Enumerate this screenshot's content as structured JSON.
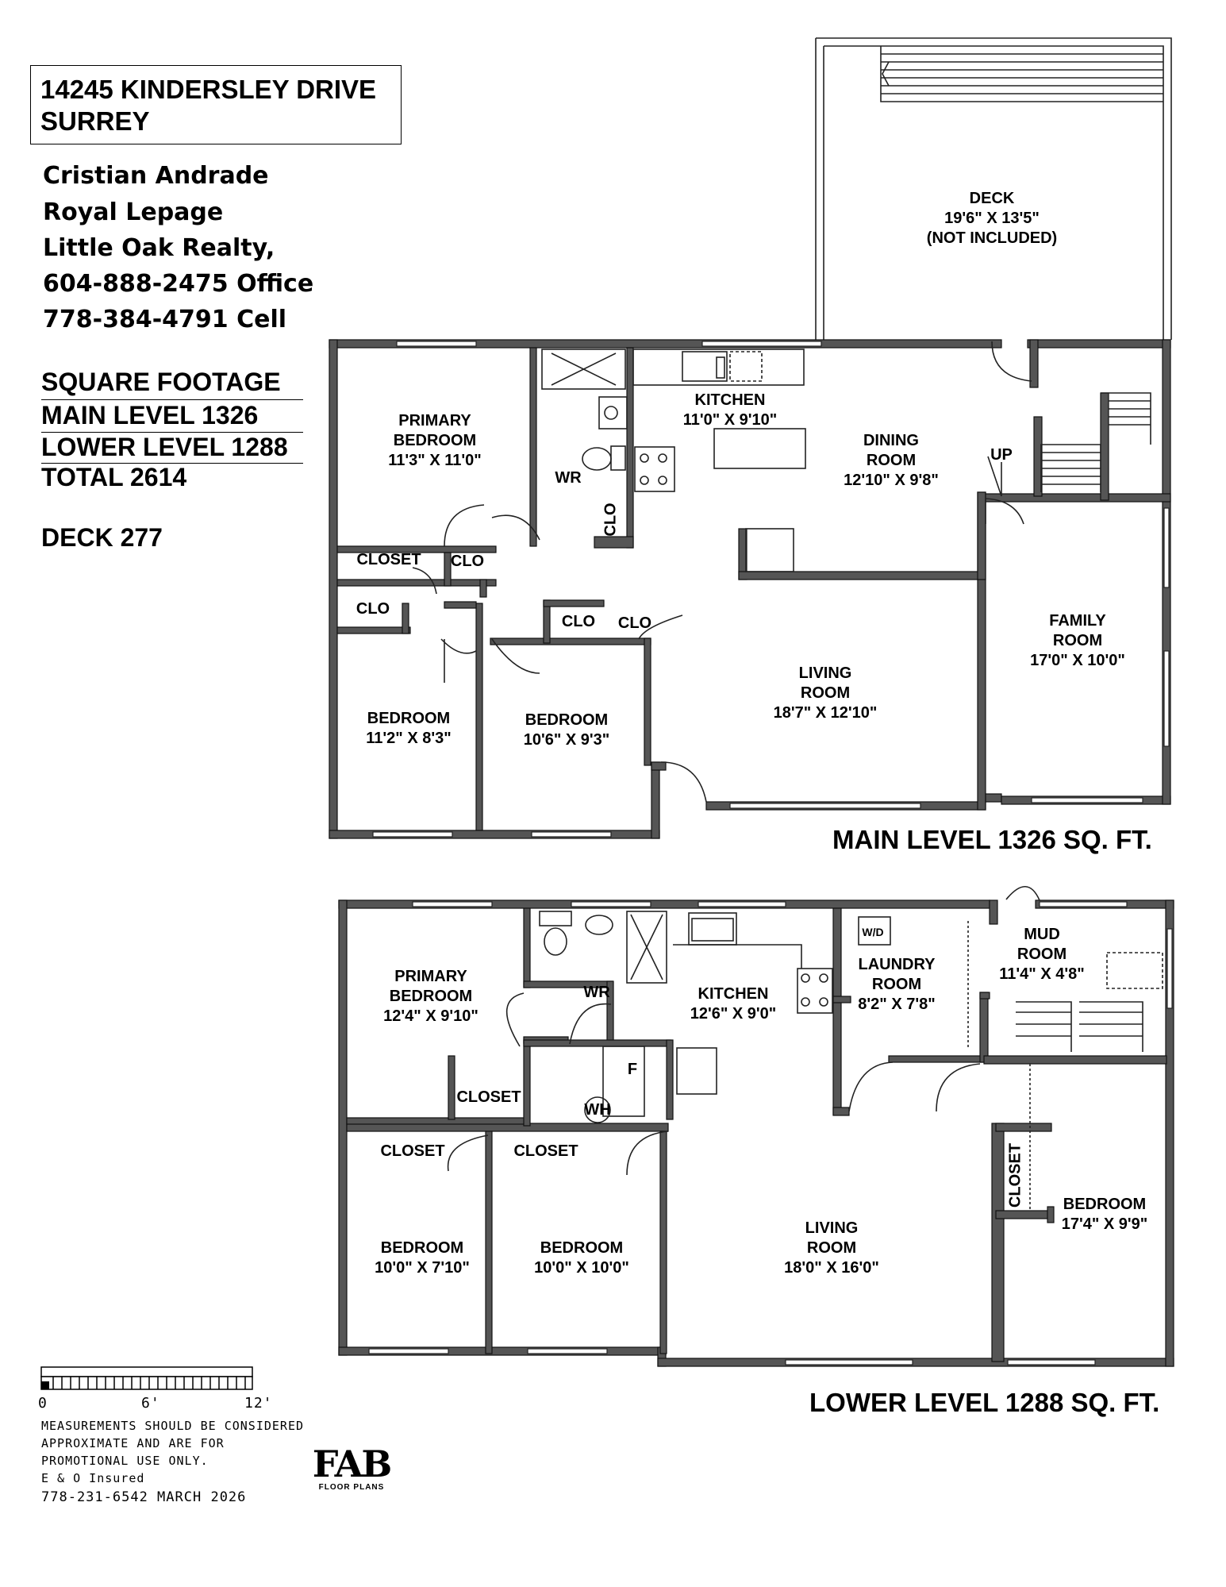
{
  "header": {
    "address_line1": "14245 KINDERSLEY DRIVE",
    "address_line2": "SURREY"
  },
  "agent": {
    "name": "Cristian Andrade",
    "brokerage1": "Royal Lepage",
    "brokerage2": "Little Oak Realty,",
    "office": "604-888-2475 Office",
    "cell": "778-384-4791 Cell"
  },
  "square_footage": {
    "heading": "SQUARE FOOTAGE",
    "main": "MAIN LEVEL 1326",
    "lower": "LOWER LEVEL 1288",
    "total": "TOTAL 2614",
    "deck": "DECK 277"
  },
  "main_level": {
    "title": "MAIN LEVEL 1326 SQ. FT.",
    "up_label": "UP",
    "rooms": {
      "deck": {
        "name": "DECK",
        "dims": "19'6\" X 13'5\"",
        "note": "(NOT INCLUDED)"
      },
      "kitchen": {
        "name": "KITCHEN",
        "dims": "11'0\" X 9'10\""
      },
      "dining": {
        "name1": "DINING",
        "name2": "ROOM",
        "dims": "12'10\" X 9'8\""
      },
      "primary": {
        "name1": "PRIMARY",
        "name2": "BEDROOM",
        "dims": "11'3\" X 11'0\""
      },
      "family": {
        "name1": "FAMILY",
        "name2": "ROOM",
        "dims": "17'0\" X 10'0\""
      },
      "living": {
        "name1": "LIVING",
        "name2": "ROOM",
        "dims": "18'7\" X 12'10\""
      },
      "bedroom1": {
        "name": "BEDROOM",
        "dims": "11'2\" X 8'3\""
      },
      "bedroom2": {
        "name": "BEDROOM",
        "dims": "10'6\" X 9'3\""
      }
    },
    "labels": {
      "wr": "WR",
      "clo": "CLO",
      "closet": "CLOSET"
    }
  },
  "lower_level": {
    "title": "LOWER LEVEL 1288 SQ. FT.",
    "rooms": {
      "primary": {
        "name1": "PRIMARY",
        "name2": "BEDROOM",
        "dims": "12'4\" X 9'10\""
      },
      "kitchen": {
        "name": "KITCHEN",
        "dims": "12'6\" X 9'0\""
      },
      "laundry": {
        "name1": "LAUNDRY",
        "name2": "ROOM",
        "dims": "8'2\" X 7'8\""
      },
      "mud": {
        "name1": "MUD",
        "name2": "ROOM",
        "dims": "11'4\" X 4'8\""
      },
      "bedroom1": {
        "name": "BEDROOM",
        "dims": "10'0\" X 7'10\""
      },
      "bedroom2": {
        "name": "BEDROOM",
        "dims": "10'0\" X 10'0\""
      },
      "living": {
        "name1": "LIVING",
        "name2": "ROOM",
        "dims": "18'0\" X 16'0\""
      },
      "bedroom3": {
        "name": "BEDROOM",
        "dims": "17'4\" X 9'9\""
      }
    },
    "labels": {
      "wr": "WR",
      "closet": "CLOSET",
      "wd": "W/D",
      "f": "F",
      "wh": "WH"
    }
  },
  "scale": {
    "t0": "0",
    "t6": "6'",
    "t12": "12'"
  },
  "disclaimer": {
    "line1": "MEASUREMENTS SHOULD BE CONSIDERED",
    "line2": "APPROXIMATE AND ARE FOR",
    "line3": "PROMOTIONAL USE ONLY.",
    "line4": "E & O Insured",
    "line5": "778-231-6542  MARCH 2026"
  },
  "logo": {
    "mark": "FAB",
    "sub": "FLOOR PLANS"
  }
}
